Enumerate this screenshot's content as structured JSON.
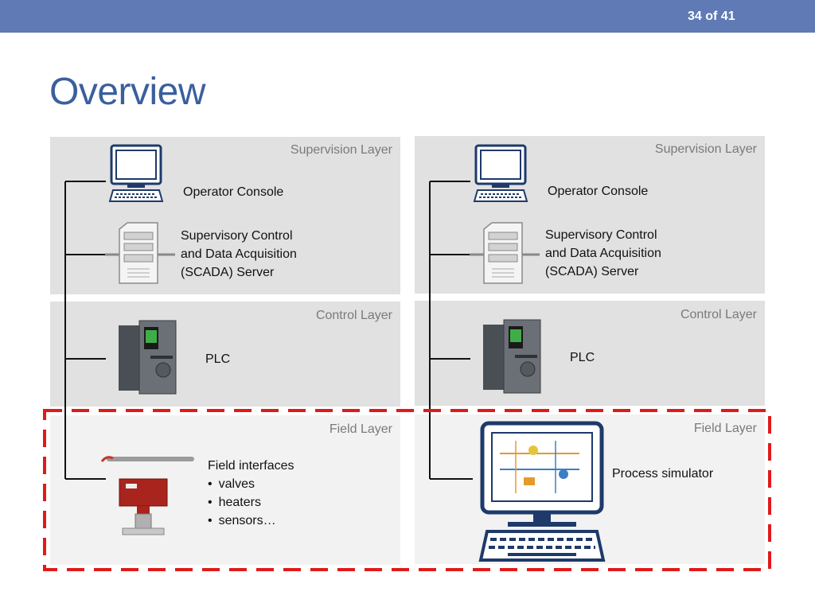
{
  "header": {
    "page_indicator": "34 of 41"
  },
  "title": "Overview",
  "colors": {
    "header_bar": "#5f7ab5",
    "title": "#3a5f9d",
    "panel": "#e1e1e1",
    "highlight": "#e01a1a"
  },
  "left_diagram": {
    "supervision_label": "Supervision Layer",
    "control_label": "Control Layer",
    "field_label": "Field Layer",
    "operator_console": "Operator Console",
    "scada_lines": [
      "Supervisory Control",
      "and Data Acquisition",
      "(SCADA) Server"
    ],
    "plc": "PLC",
    "field_title": "Field interfaces",
    "field_items": [
      "valves",
      "heaters",
      "sensors…"
    ]
  },
  "right_diagram": {
    "supervision_label": "Supervision Layer",
    "control_label": "Control Layer",
    "field_label": "Field Layer",
    "operator_console": "Operator Console",
    "scada_lines": [
      "Supervisory Control",
      "and Data Acquisition",
      "(SCADA) Server"
    ],
    "plc": "PLC",
    "process_simulator": "Process simulator"
  }
}
